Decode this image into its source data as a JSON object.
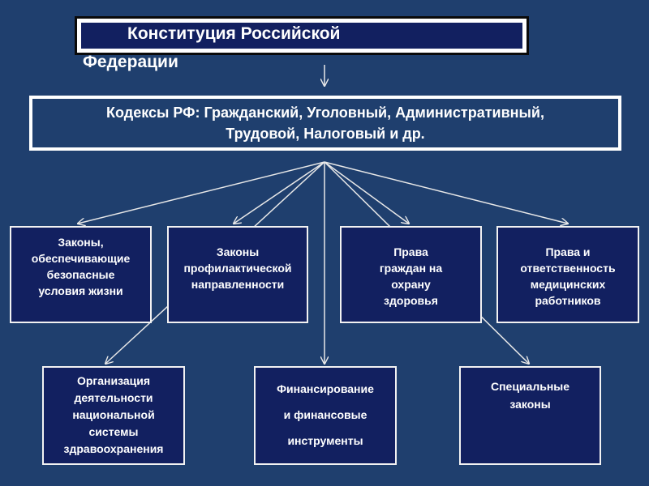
{
  "title": {
    "line1": "Конституция Российской",
    "line2": "Федерации"
  },
  "codes": {
    "line1": "Кодексы РФ: Гражданский, Уголовный, Административный,",
    "line2": "Трудовой, Налоговый и др."
  },
  "nodes": {
    "safe_living": [
      "Законы,",
      "обеспечивающие",
      "безопасные",
      "условия жизни"
    ],
    "preventive": [
      "Законы",
      "профилактической",
      "направленности"
    ],
    "citizens_rights": [
      "Права",
      "граждан на",
      "охрану",
      "здоровья"
    ],
    "medical_workers": [
      "Права и",
      "ответственность",
      "медицинских",
      "работников"
    ],
    "healthcare_org": [
      "Организация",
      "деятельности",
      "национальной",
      "системы",
      "здравоохранения"
    ],
    "financing": [
      "Финансирование",
      "и финансовые",
      "инструменты"
    ],
    "special_laws": [
      "Специальные",
      "законы"
    ]
  },
  "colors": {
    "background": "#1f3f6e",
    "box_fill": "#122060",
    "border": "#ffffff",
    "text": "#ffffff"
  }
}
